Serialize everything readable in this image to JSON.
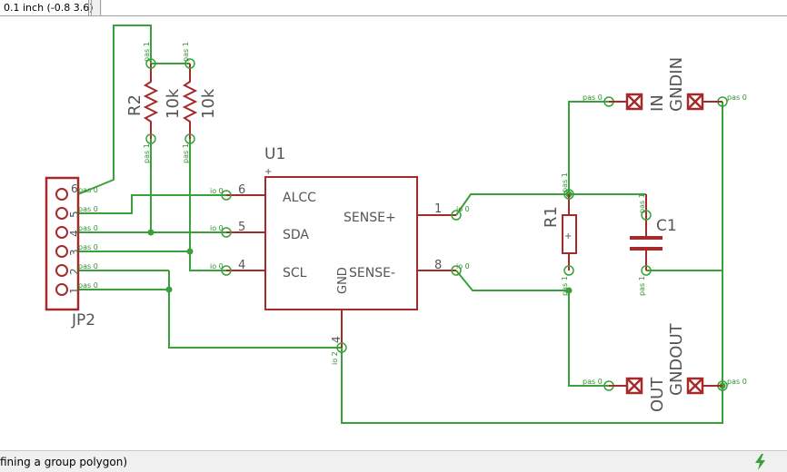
{
  "toolbar": {
    "coordinate_readout": "0.1 inch (-0.8 3.6)",
    "command_value": ""
  },
  "status": {
    "message": "fining a group polygon)"
  },
  "schematic": {
    "u1": {
      "name": "U1",
      "pins": {
        "alcc": "ALCC",
        "sda": "SDA",
        "scl": "SCL",
        "gnd": "GND",
        "sense_plus": "SENSE+",
        "sense_minus": "SENSE-"
      },
      "pin_numbers": {
        "alcc": "6",
        "sda": "5",
        "scl": "4",
        "sense_plus": "1",
        "sense_minus": "8",
        "gnd": "4"
      },
      "pin_type": "io 0",
      "gnd_pin_type": "io 2"
    },
    "r2": {
      "name": "R2",
      "value": "10k"
    },
    "r3": {
      "value": "10k"
    },
    "r1": {
      "name": "R1"
    },
    "c1": {
      "name": "C1"
    },
    "jp2": {
      "name": "JP2",
      "pin_numbers": [
        "6",
        "5",
        "4",
        "3",
        "2",
        "1"
      ],
      "pin_type": "pas 0"
    },
    "pad_labels": {
      "in": "IN",
      "gndin": "GNDIN",
      "out": "OUT",
      "gndout": "GNDOUT"
    },
    "pin_tags": {
      "pas0": "pas 0",
      "pas1": "pas 1"
    }
  },
  "colors": {
    "symbol": "#a52a2a",
    "net": "#3aa13a",
    "pin_text": "#2f8f2f",
    "label": "#555555",
    "pad": "#a52a2a"
  },
  "icons": {
    "go": "lightning-icon"
  }
}
